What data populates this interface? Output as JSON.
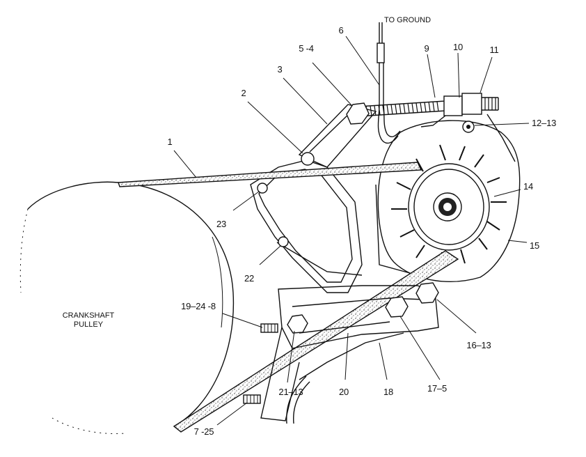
{
  "diagram": {
    "ground_label": "TO GROUND",
    "crankshaft_label_line1": "CRANKSHAFT",
    "crankshaft_label_line2": "PULLEY",
    "callouts": {
      "c1": "1",
      "c2": "2",
      "c3": "3",
      "c5_4": "5 -4",
      "c6": "6",
      "c9": "9",
      "c10": "10",
      "c11": "11",
      "c12_13": "12–13",
      "c14": "14",
      "c15": "15",
      "c16_13": "16–13",
      "c17_5": "17–5",
      "c18": "18",
      "c19_24_8": "19–24 -8",
      "c20": "20",
      "c21_13": "21–13",
      "c22": "22",
      "c23": "23",
      "c7_25": "7 -25"
    }
  }
}
